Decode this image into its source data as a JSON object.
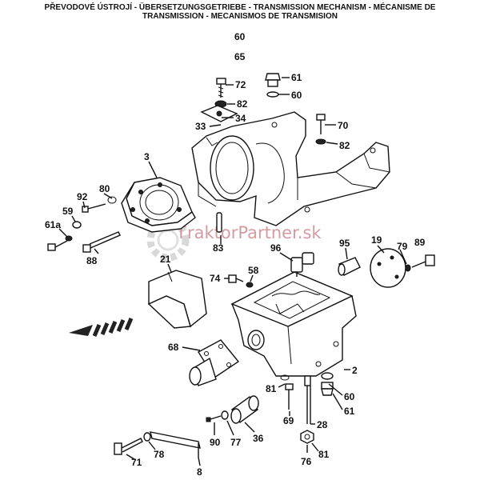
{
  "header": {
    "line1": "PŘEVODOVÉ ÚSTROJÍ - ÜBERSETZUNGSGETRIEBE - TRANSMISSION MECHANISM - MÉCANISME DE",
    "line2": "TRANSMISSION - MECANISMOS DE TRANSMISION"
  },
  "group_numbers": [
    "60",
    "65"
  ],
  "watermark": {
    "prefix": "T",
    "brand": "raktorPartner.sk"
  },
  "part_labels": {
    "p61_top": "61",
    "p72": "72",
    "p60_top": "60",
    "p82_top": "82",
    "p34": "34",
    "p33": "33",
    "p70": "70",
    "p82_right": "82",
    "p3": "3",
    "p80": "80",
    "p92": "92",
    "p59": "59",
    "p61a": "61a",
    "p88": "88",
    "p83": "83",
    "p21": "21",
    "p96": "96",
    "p95": "95",
    "p19": "19",
    "p79": "79",
    "p89": "89",
    "p74": "74",
    "p58": "58",
    "p68": "68",
    "p2": "2",
    "p81": "81",
    "p60_bottom": "60",
    "p61_bottom": "61",
    "p69": "69",
    "p28": "28",
    "p81_bottom": "81",
    "p76": "76",
    "p90": "90",
    "p77": "77",
    "p36": "36",
    "p71": "71",
    "p78": "78",
    "p8": "8"
  }
}
